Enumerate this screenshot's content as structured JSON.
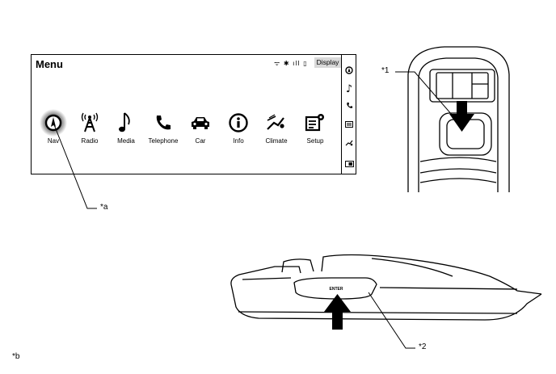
{
  "screen": {
    "title": "Menu",
    "status_icons": "ᯤ ✱ ıll ▯",
    "display_label": "Display",
    "apps": [
      {
        "label": "Nav",
        "icon": "navigation-icon"
      },
      {
        "label": "Radio",
        "icon": "radio-tower-icon"
      },
      {
        "label": "Media",
        "icon": "music-note-icon"
      },
      {
        "label": "Telephone",
        "icon": "phone-icon"
      },
      {
        "label": "Car",
        "icon": "car-icon"
      },
      {
        "label": "Info",
        "icon": "info-icon"
      },
      {
        "label": "Climate",
        "icon": "climate-icon"
      },
      {
        "label": "Setup",
        "icon": "setup-icon"
      }
    ],
    "sidebar_icons": [
      "nav-icon",
      "music-icon",
      "phone-icon",
      "info-icon",
      "climate-icon",
      "display-icon"
    ]
  },
  "callouts": {
    "a": "*a",
    "one": "*1",
    "two": "*2",
    "b": "*b"
  },
  "controller": {
    "enter_label": "ENTER"
  }
}
